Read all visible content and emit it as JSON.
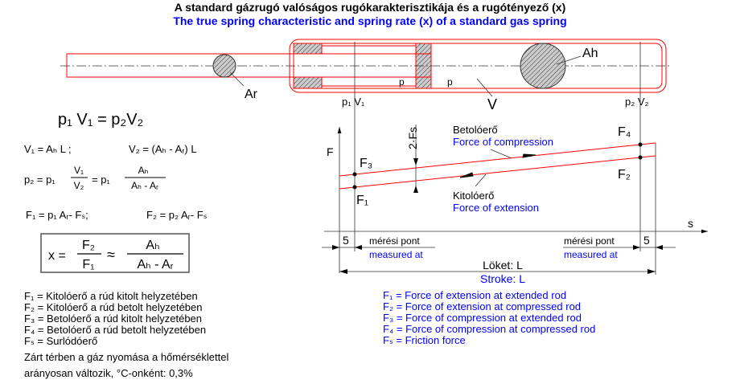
{
  "title": {
    "hu": "A standard gázrugó valóságos rugókarakterisztikája és a rugótényező (x)",
    "en": "The true spring characteristic and spring rate (x) of a standard gas spring"
  },
  "colors": {
    "drawing": "#ff0000",
    "english_text": "#0000ff",
    "text": "#000000"
  },
  "drawing": {
    "rod_area": "Ar",
    "cyl_area": "Ah",
    "pressure_left": "p",
    "pressure_right": "p",
    "volume": "V",
    "state1": "p₁ V₁",
    "state2": "p₂ V₂"
  },
  "graph": {
    "y_axis": "F",
    "x_axis": "s",
    "friction": "2·Fs",
    "points": {
      "F1": "F₁",
      "F2": "F₂",
      "F3": "F₃",
      "F4": "F₄"
    },
    "compression_hu": "Betolóerő",
    "compression_en": "Force of compression",
    "extension_hu": "Kitolóerő",
    "extension_en": "Force of extension",
    "offset_left": "5",
    "offset_right": "5",
    "measured_hu": "mérési pont",
    "measured_en": "measured at",
    "stroke_hu": "Löket:  L",
    "stroke_en": "Stroke:  L"
  },
  "formulas": {
    "boyle": "p₁ V₁ = p₂V₂",
    "v1": "V₁ = Aₕ L ;",
    "v2": "V₂ = (Aₕ - Aᵣ)  L",
    "p2_lhs": "p₂ = p₁",
    "p2_num1": "V₁",
    "p2_den1": "V₂",
    "p2_mid": "= p₁",
    "p2_num2": "Aₕ",
    "p2_den2": "Aₕ - Aᵣ",
    "f1": "F₁ = p₁ Aᵣ- Fₛ;",
    "f2": "F₂ = p₂ Aᵣ- Fₛ",
    "x_lhs": "x =",
    "x_num1": "F₂",
    "x_den1": "F₁",
    "x_approx": "≈",
    "x_num2": "Aₕ",
    "x_den2": "Aₕ - Aᵣ"
  },
  "legend_hu": [
    "F₁ = Kitolóerő a rúd kitolt helyzetében",
    "F₂ = Kitolóerő a rúd betolt helyzetében",
    "F₃ = Betolóerő a rúd kitolt helyzetében",
    "F₄ = Betolóerő a rúd betolt helyzetében",
    "Fₛ = Surlódóerő"
  ],
  "note_hu": [
    "Zárt térben a gáz nyomása a hőmérséklettel",
    "arányosan változik,  °C-onként: 0,3%"
  ],
  "legend_en": [
    "F₁ = Force of extension at extended rod",
    "F₂ = Force of extension at compressed rod",
    "F₃ = Force of compression at extended rod",
    "F₄ = Force of compression at compressed rod",
    "Fₛ = Friction force"
  ]
}
